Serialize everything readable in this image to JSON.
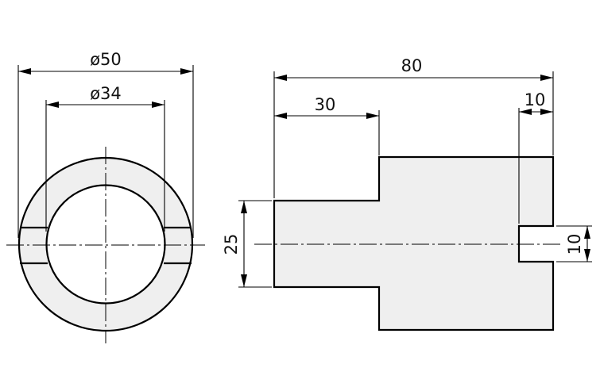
{
  "drawing": {
    "colors": {
      "fill": "#efefef",
      "line": "#000000"
    },
    "front_view": {
      "outer_diameter_label": "ø50",
      "inner_diameter_label": "ø34"
    },
    "side_view": {
      "overall_length_label": "80",
      "step_length_label": "30",
      "slot_depth_label": "10",
      "small_diameter_label": "25",
      "slot_width_label": "10"
    }
  }
}
